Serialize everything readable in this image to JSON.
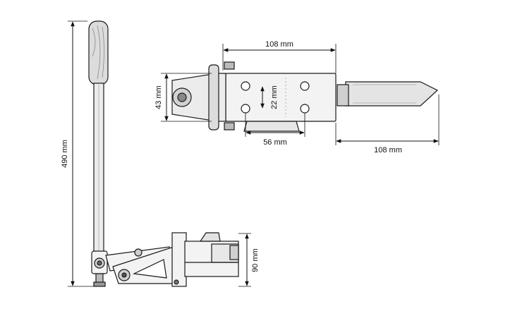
{
  "dimensions": {
    "handle_height": "490 mm",
    "top_length": "108 mm",
    "bracket_height": "43 mm",
    "hole_spacing_vertical": "22 mm",
    "hole_spacing_horizontal": "56 mm",
    "tail_length": "108 mm",
    "base_height": "90 mm"
  },
  "colors": {
    "line": "#1a1a1a",
    "part_fill": "#f3f3f3",
    "shade": "#d6d6d6"
  }
}
